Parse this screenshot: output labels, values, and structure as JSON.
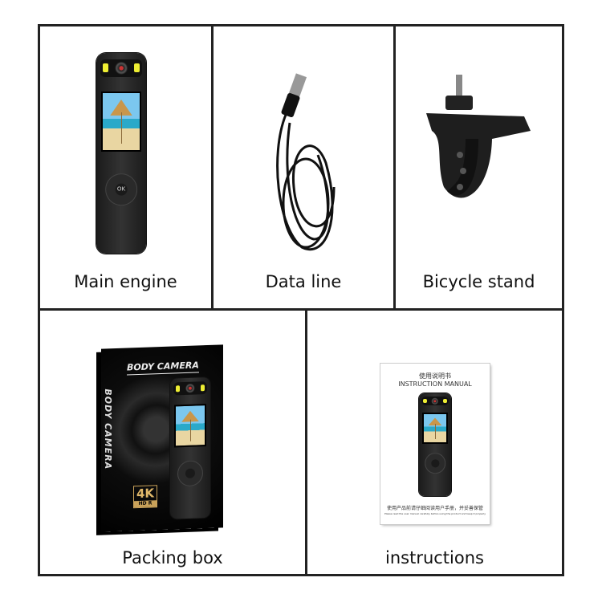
{
  "cells": [
    {
      "label": "Main engine"
    },
    {
      "label": "Data line"
    },
    {
      "label": "Bicycle stand"
    },
    {
      "label": "Packing box"
    },
    {
      "label": "instructions"
    }
  ],
  "camera": {
    "ok_label": "OK"
  },
  "box": {
    "title": "BODY CAMERA",
    "side_text": "BODY CAMERA",
    "badge_main": "4K",
    "badge_sub": "HD R"
  },
  "manual": {
    "title_cn": "使用说明书",
    "title_en": "INSTRUCTION MANUAL",
    "footer_cn": "使用产品前请仔细阅读用户手册，并妥善保管",
    "footer_en": "Please read the user manual carefully before using the product and keep it properly"
  },
  "colors": {
    "border": "#222222",
    "device": "#2a2a2a",
    "accent_gold": "#c9a25a"
  }
}
